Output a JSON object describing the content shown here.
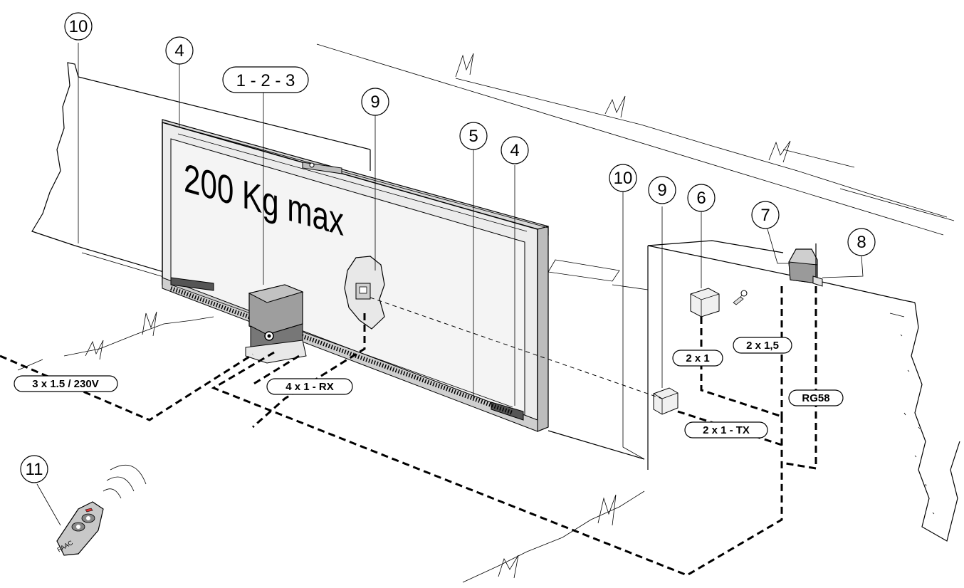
{
  "gate": {
    "capacity_text": "200 Kg max"
  },
  "callouts": [
    {
      "id": "c10a",
      "text": "10"
    },
    {
      "id": "c4a",
      "text": "4"
    },
    {
      "id": "c123",
      "text": "1 - 2 - 3"
    },
    {
      "id": "c9a",
      "text": "9"
    },
    {
      "id": "c5",
      "text": "5"
    },
    {
      "id": "c4b",
      "text": "4"
    },
    {
      "id": "c10b",
      "text": "10"
    },
    {
      "id": "c9b",
      "text": "9"
    },
    {
      "id": "c6",
      "text": "6"
    },
    {
      "id": "c7",
      "text": "7"
    },
    {
      "id": "c8",
      "text": "8"
    },
    {
      "id": "c11",
      "text": "11"
    }
  ],
  "cable_labels": [
    {
      "id": "mains",
      "text": "3 x 1.5 / 230V"
    },
    {
      "id": "rx",
      "text": "4 x 1 - RX"
    },
    {
      "id": "key",
      "text": "2 x 1"
    },
    {
      "id": "lamp",
      "text": "2 x 1,5"
    },
    {
      "id": "antenna",
      "text": "RG58"
    },
    {
      "id": "tx",
      "text": "2 x 1 - TX"
    }
  ],
  "remote": {
    "brand_text": "FAAC"
  }
}
